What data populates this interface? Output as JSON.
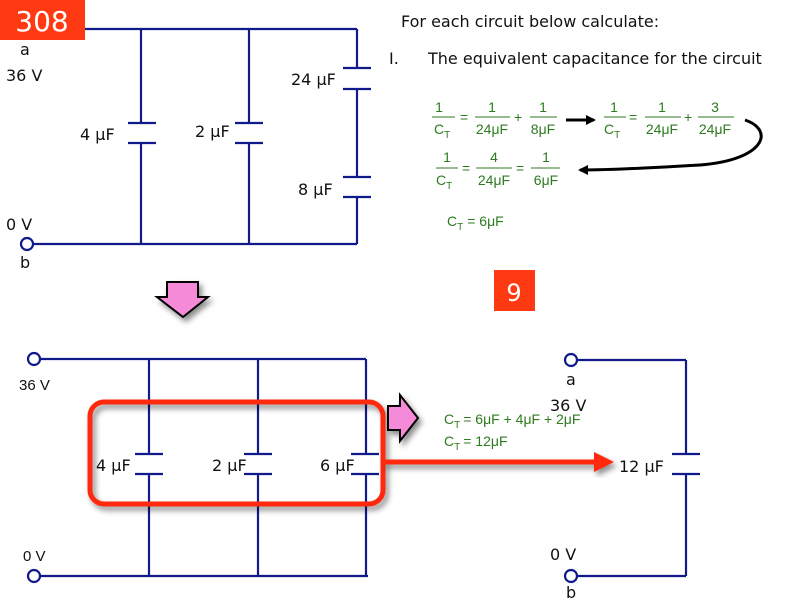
{
  "badges": {
    "slide_number": "308",
    "problem_number": "9",
    "color": "#ff3a12"
  },
  "instructions": {
    "heading": "For each circuit below calculate:",
    "item_number": "I.",
    "item_text": "The equivalent capacitance for the circuit"
  },
  "circuit1": {
    "node_a": "a",
    "top_voltage": "36 V",
    "bottom_voltage": "0 V",
    "node_b": "b",
    "capacitors": [
      "4 μF",
      "2 μF",
      "24 μF",
      "8 μF"
    ]
  },
  "series_calc": {
    "one": "1",
    "ct": "C",
    "ct_sub": "T",
    "eq": "=",
    "plus": "+",
    "step1": {
      "t1_den": "24μF",
      "t2_den": "8μF"
    },
    "step2": {
      "t1_den": "24μF",
      "t2_num": "3",
      "t2_den": "24μF"
    },
    "step3": {
      "num": "4",
      "den": "24μF",
      "res_den": "6μF"
    },
    "result": "= 6μF"
  },
  "circuit2": {
    "top_voltage": "36 V",
    "bottom_voltage": "0 V",
    "capacitors": [
      "4 μF",
      "2 μF",
      "6 μF"
    ]
  },
  "parallel_calc": {
    "line1": "= 6μF + 4μF + 2μF",
    "line2": "= 12μF"
  },
  "circuit3": {
    "node_a": "a",
    "top_voltage": "36 V",
    "bottom_voltage": "0 V",
    "node_b": "b",
    "capacitor": "12 μF"
  },
  "colors": {
    "wire": "#101a8a",
    "equation": "#2d7a1f",
    "highlight": "#ff2a10",
    "arrow_fill": "#f58ad8"
  }
}
